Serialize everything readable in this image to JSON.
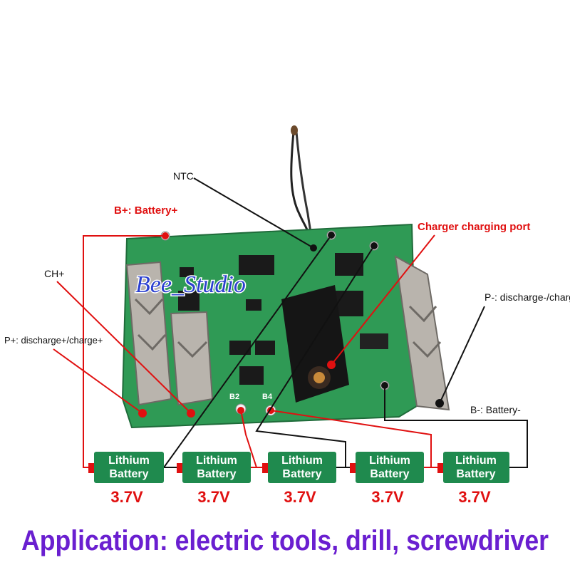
{
  "labels": {
    "ntc": "NTC",
    "b_plus": "B+: Battery+",
    "charger_port": "Charger charging port",
    "ch_plus": "CH+",
    "p_minus": "P-: discharge-/charge-",
    "p_plus": "P+: discharge+/charge+",
    "b_minus": "B-: Battery-",
    "b2": "B2",
    "b4": "B4"
  },
  "watermark": "Bee_Studio",
  "batteries": [
    {
      "line1": "Lithium",
      "line2": "Battery",
      "voltage": "3.7V"
    },
    {
      "line1": "Lithium",
      "line2": "Battery",
      "voltage": "3.7V"
    },
    {
      "line1": "Lithium",
      "line2": "Battery",
      "voltage": "3.7V"
    },
    {
      "line1": "Lithium",
      "line2": "Battery",
      "voltage": "3.7V"
    },
    {
      "line1": "Lithium",
      "line2": "Battery",
      "voltage": "3.7V"
    }
  ],
  "footer": "Application: electric tools, drill, screwdriver",
  "colors": {
    "board": "#2f9a55",
    "battery": "#1f8a4e",
    "wire_red": "#e01010",
    "wire_black": "#111111",
    "footer": "#6a1fd0",
    "voltage": "#e01010"
  }
}
